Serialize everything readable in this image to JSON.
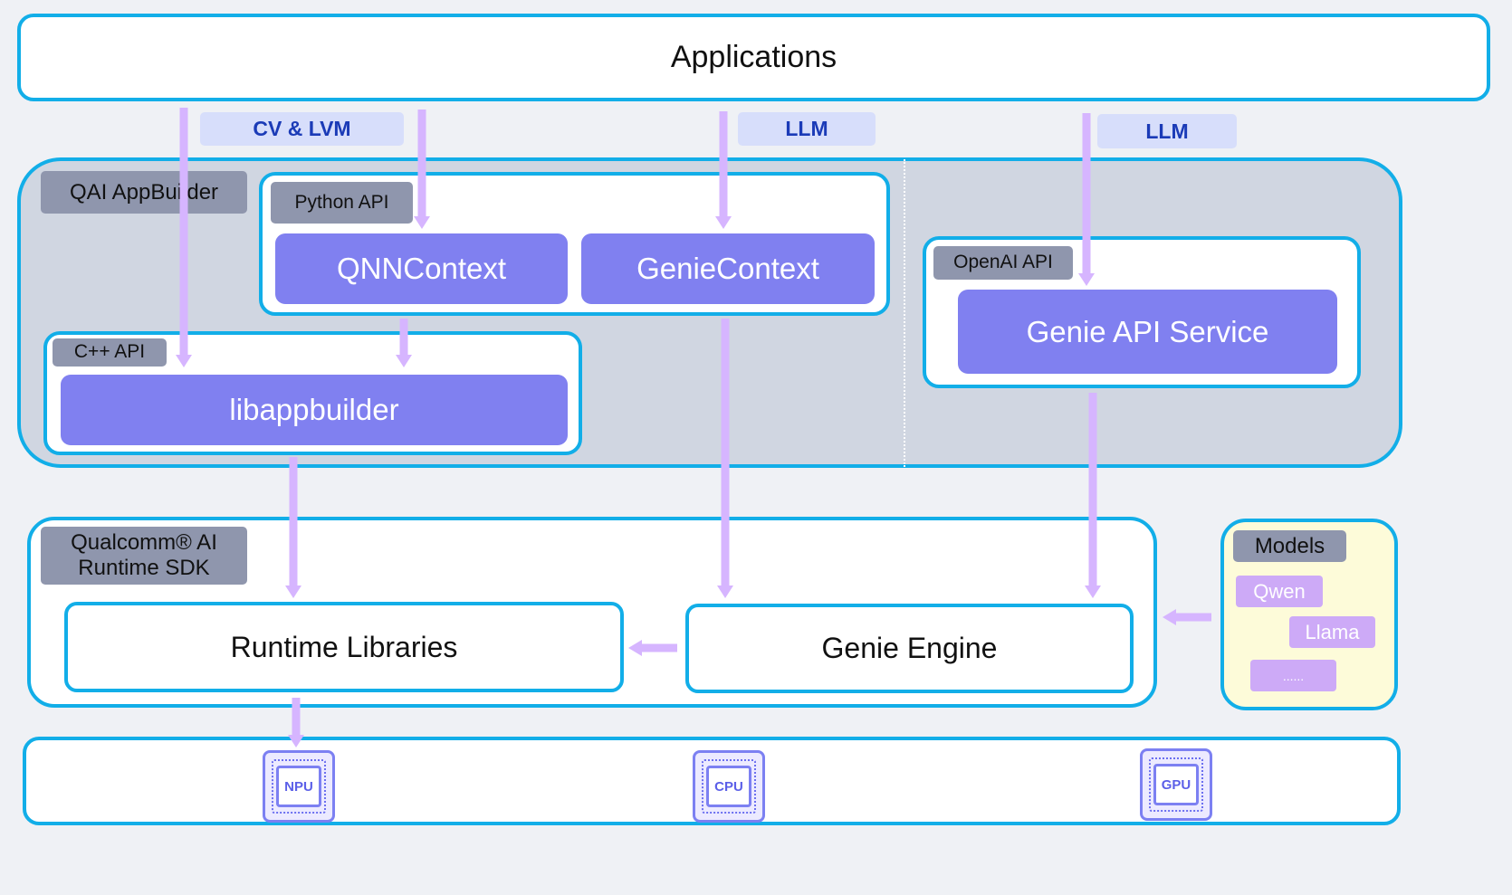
{
  "applications": "Applications",
  "pills": {
    "cv_lvm": "CV & LVM",
    "llm_1": "LLM",
    "llm_2": "LLM"
  },
  "appbuilder": {
    "tag": "QAI AppBuilder",
    "python_api": "Python API",
    "qnn_context": "QNNContext",
    "genie_context": "GenieContext",
    "cpp_api": "C++ API",
    "libappbuilder": "libappbuilder",
    "openai_api": "OpenAI API",
    "genie_api_service": "Genie API Service"
  },
  "sdk": {
    "tag": "Qualcomm® AI Runtime SDK",
    "runtime_libraries": "Runtime Libraries",
    "genie_engine": "Genie Engine"
  },
  "models": {
    "tag": "Models",
    "items": [
      "Qwen",
      "Llama",
      "......"
    ]
  },
  "hardware": [
    "NPU",
    "CPU",
    "GPU"
  ],
  "colors": {
    "frame_border": "#12aee8",
    "block": "#8080f0",
    "arrow": "#d6b5ff",
    "tag": "#8f96ad",
    "pill": "#d7defb",
    "models_panel": "#fdfbd9"
  }
}
